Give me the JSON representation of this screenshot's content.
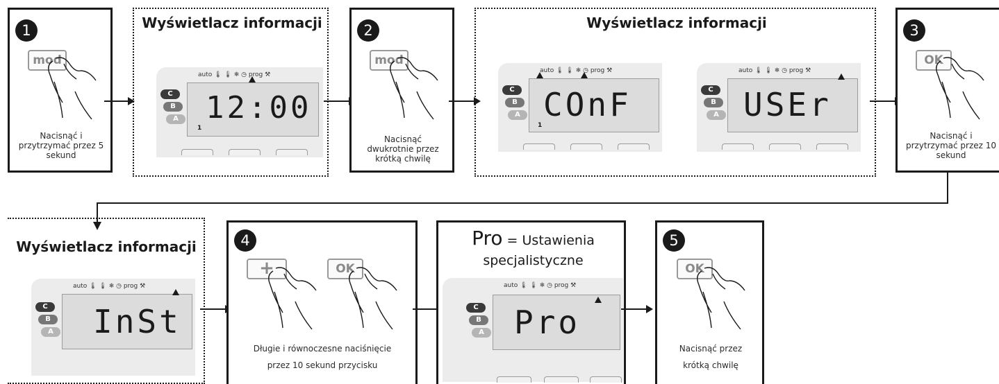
{
  "steps": {
    "s1": {
      "num": "1",
      "key": "mod",
      "caption": [
        "Nacisnąć i",
        "przytrzymać przez 5",
        "sekund"
      ]
    },
    "s2": {
      "num": "2",
      "key": "mod",
      "caption": [
        "Nacisnąć",
        "dwukrotnie przez",
        "krótką chwilę"
      ]
    },
    "s3": {
      "num": "3",
      "key": "OK",
      "caption": [
        "Nacisnąć i",
        "przytrzymać przez 10",
        "sekund"
      ]
    },
    "s4": {
      "num": "4",
      "key_plus": "+",
      "key_ok": "OK",
      "caption": [
        "Długie i równoczesne naciśnięcie",
        "przez 10 sekund przycisku"
      ]
    },
    "s5": {
      "num": "5",
      "key": "OK",
      "caption": [
        "Nacisnąć przez",
        "krótką chwilę"
      ]
    }
  },
  "info_title": "Wyświetlacz informacji",
  "pro_box": {
    "code": "Pro",
    "eq": " = Ustawienia",
    "line2": "specjalistyczne"
  },
  "displays": {
    "icons": {
      "auto": "auto",
      "prog": "prog"
    },
    "modes": [
      "C",
      "B",
      "A"
    ],
    "d1": {
      "text": "12:00",
      "sub": "1"
    },
    "d2": {
      "text": "COnF",
      "sub": "1"
    },
    "d3": {
      "text": "USEr"
    },
    "d4": {
      "text": "InSt"
    },
    "d5": {
      "text": "Pro"
    }
  },
  "colors": {
    "pill_c": "#3a3a3a",
    "pill_b": "#777777",
    "pill_a": "#b5b5b5",
    "line": "#1a1a1a"
  }
}
